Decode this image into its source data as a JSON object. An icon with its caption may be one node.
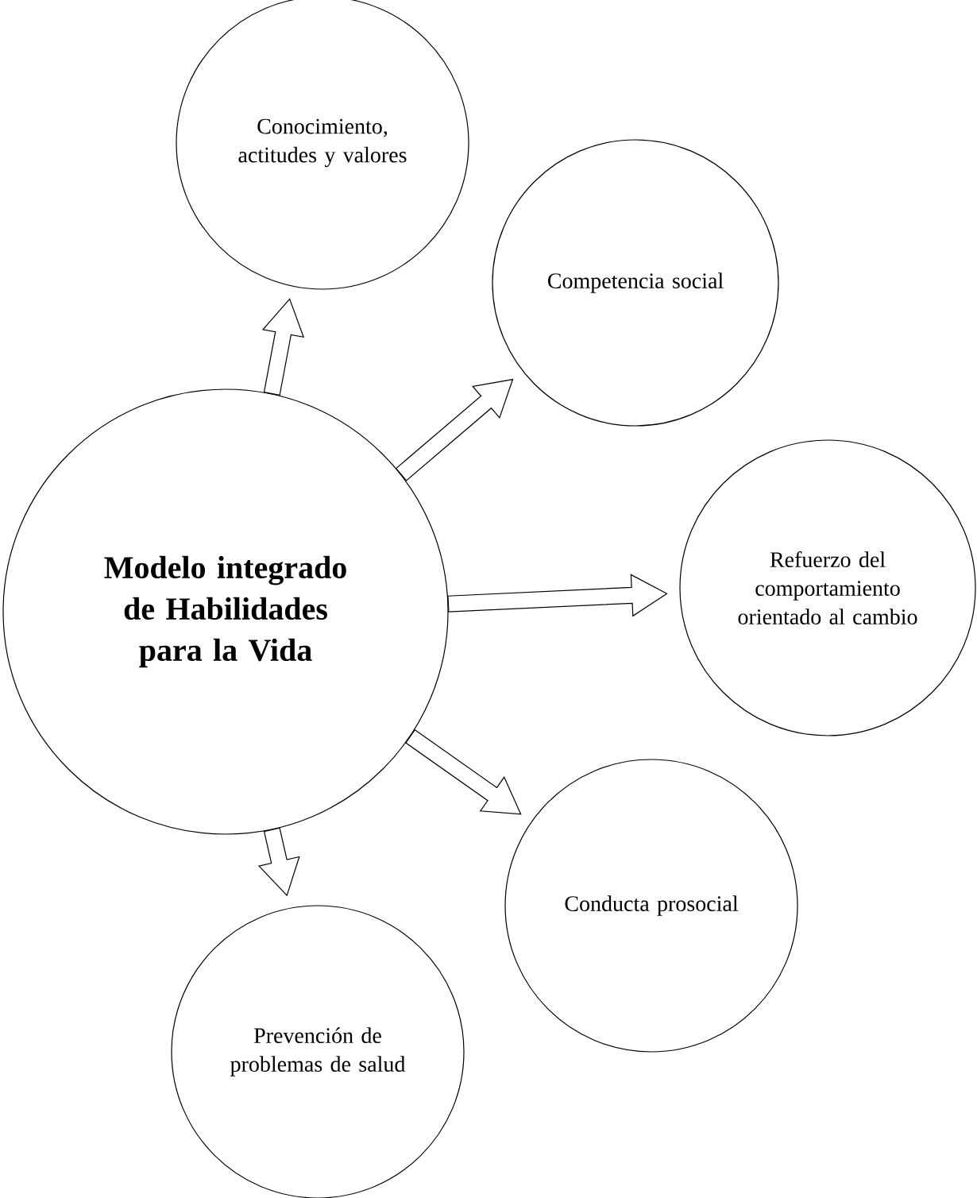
{
  "diagram": {
    "nodes": [
      {
        "text": [
          "**Modelo integrado de Habilidades para la Vida**"
        ]
      },
      {
        "text": [
          "Conocimiento, actitudes y valores"
        ]
      },
      {
        "text": [
          "Competencia social"
        ]
      },
      {
        "text": [
          "Refuerzo del comportamiento orientado al cambio"
        ]
      },
      {
        "text": [
          "Conducta prosocial"
        ]
      },
      {
        "text": [
          "Prevención de problemas de salud"
        ]
      }
    ],
    "edges": [
      {
        "from": 0,
        "to": 1,
        "arrow": "to"
      },
      {
        "from": 0,
        "to": 2,
        "arrow": "to"
      },
      {
        "from": 0,
        "to": 3,
        "arrow": "to"
      },
      {
        "from": 0,
        "to": 4,
        "arrow": "to"
      },
      {
        "from": 0,
        "to": 5,
        "arrow": "to"
      }
    ]
  }
}
